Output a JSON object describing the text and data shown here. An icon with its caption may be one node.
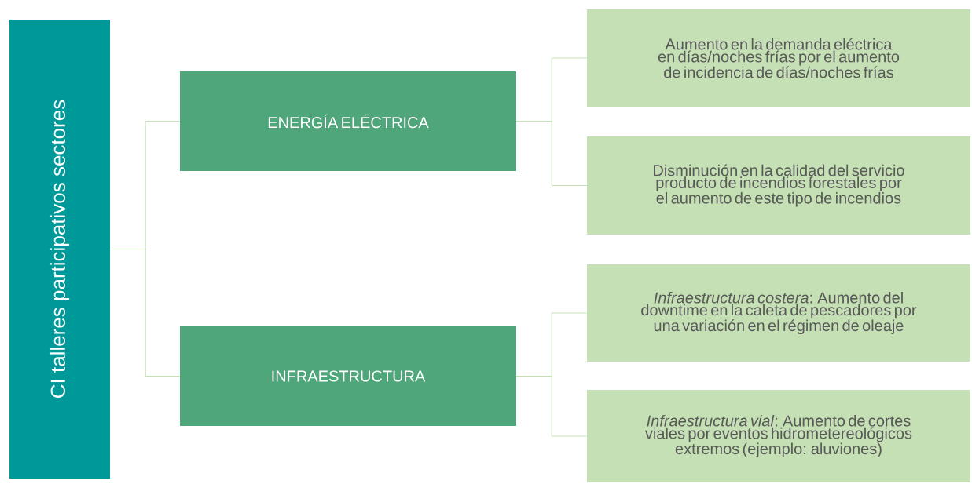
{
  "diagram": {
    "nodes": [
      {
        "text": [
          "CI talleres participativos sectores"
        ]
      },
      {
        "text": [
          "ENERGÍA  ELÉCTRICA"
        ]
      },
      {
        "text": [
          "INFRAESTRUCTURA"
        ]
      },
      {
        "text": [
          "Aumento en la demanda eléctrica en días/noches frías por el aumento de incidencia de días/noches frías"
        ]
      },
      {
        "text": [
          "Disminución en la calidad del servicio producto de incendios forestales por el aumento de este tipo de incendios"
        ]
      },
      {
        "text": [
          "*Infraestructura costera*: Aumento del downtime en la caleta de pescadores por una variación en el régimen de oleaje"
        ]
      },
      {
        "text": [
          "*Infraestructura vial*: Aumento de cortes viales por eventos hidrometereológicos extremos (ejemplo: aluviones)"
        ]
      }
    ],
    "edges": [
      {
        "from": 0,
        "to": 1,
        "arrow": "none"
      },
      {
        "from": 0,
        "to": 2,
        "arrow": "none"
      },
      {
        "from": 1,
        "to": 3,
        "arrow": "none"
      },
      {
        "from": 1,
        "to": 4,
        "arrow": "none"
      },
      {
        "from": 2,
        "to": 5,
        "arrow": "none"
      },
      {
        "from": 2,
        "to": 6,
        "arrow": "none"
      }
    ]
  }
}
